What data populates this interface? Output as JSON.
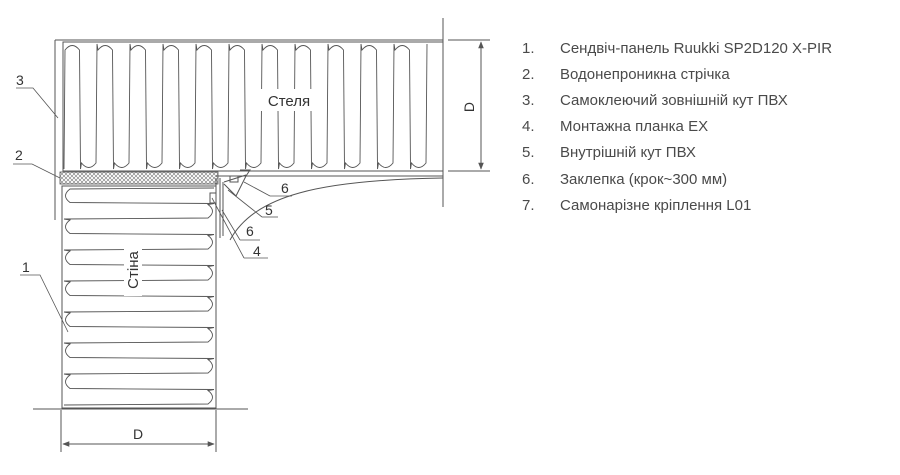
{
  "labels": {
    "ceiling": "Стеля",
    "wall": "Стіна",
    "dim_top": "D",
    "dim_bottom": "D"
  },
  "callouts": [
    "1",
    "2",
    "3",
    "4",
    "5",
    "6",
    "6"
  ],
  "legend": [
    {
      "num": "1.",
      "text": "Сендвіч-панель Ruukki SP2D120 X-PIR"
    },
    {
      "num": "2.",
      "text": "Водонепроникна стрічка"
    },
    {
      "num": "3.",
      "text": "Самоклеючий зовнішній кут ПВХ"
    },
    {
      "num": "4.",
      "text": "Монтажна планка EX"
    },
    {
      "num": "5.",
      "text": "Внутрішній кут ПВХ"
    },
    {
      "num": "6.",
      "text": "Заклепка (крок~300 мм)"
    },
    {
      "num": "7.",
      "text": "Самонарізне кріплення L01"
    }
  ],
  "colors": {
    "line": "#555555",
    "hatch": "#777777",
    "text": "#333333"
  }
}
